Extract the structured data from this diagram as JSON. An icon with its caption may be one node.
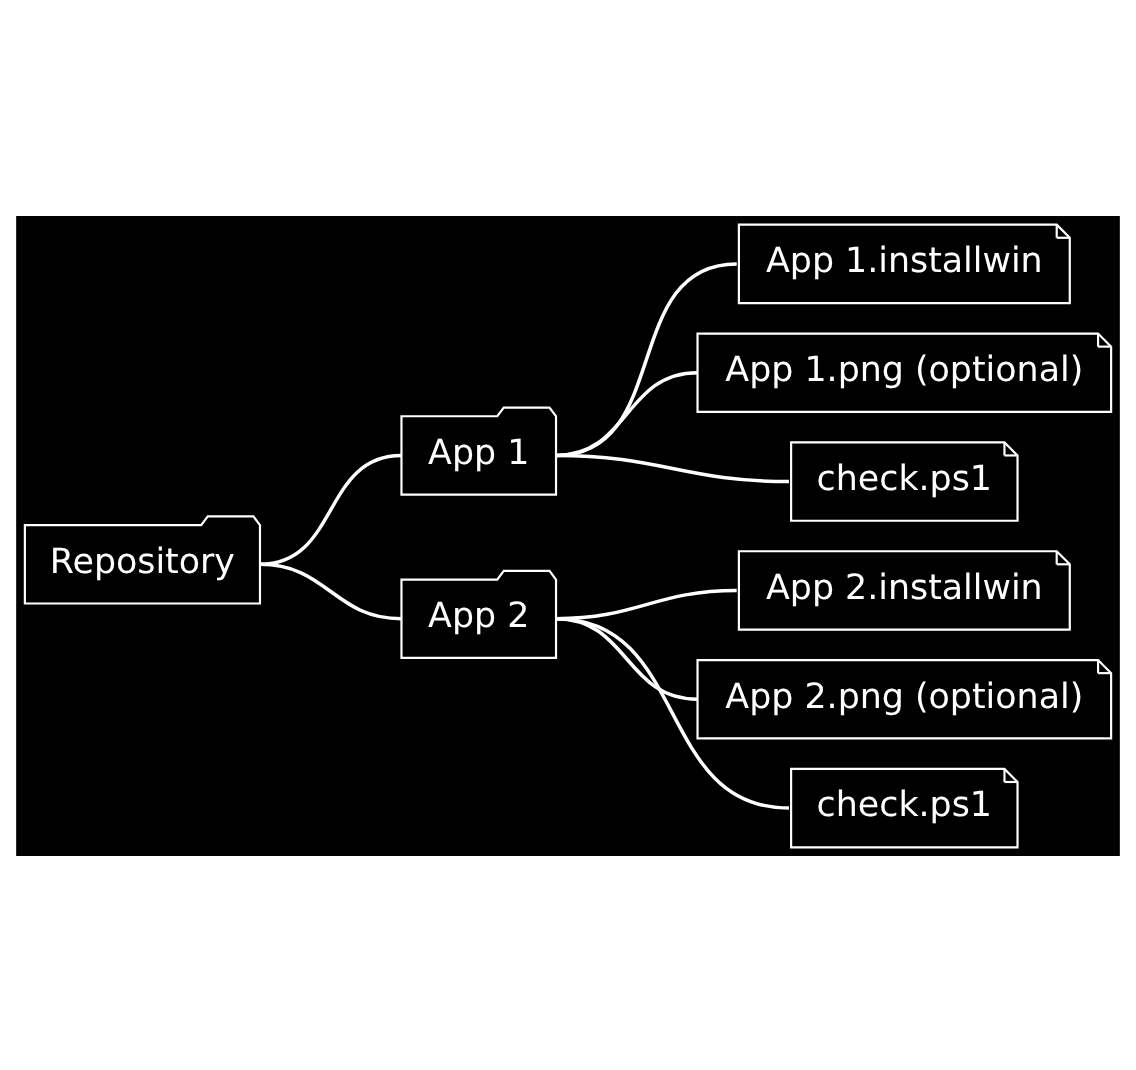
{
  "diagram": {
    "nodes": [
      {
        "text": [
          "Repository"
        ]
      },
      {
        "text": [
          "App 1"
        ]
      },
      {
        "text": [
          "App 1.installwin"
        ]
      },
      {
        "text": [
          "App 1.png (optional)"
        ]
      },
      {
        "text": [
          "check.ps1"
        ]
      },
      {
        "text": [
          "App 2"
        ]
      },
      {
        "text": [
          "App 2.installwin"
        ]
      },
      {
        "text": [
          "App 2.png (optional)"
        ]
      },
      {
        "text": [
          "check.ps1"
        ]
      }
    ],
    "edges": [
      {
        "from": 0,
        "to": 1,
        "arrow": "none"
      },
      {
        "from": 1,
        "to": 2,
        "arrow": "none"
      },
      {
        "from": 1,
        "to": 3,
        "arrow": "none"
      },
      {
        "from": 1,
        "to": 4,
        "arrow": "none"
      },
      {
        "from": 0,
        "to": 5,
        "arrow": "none"
      },
      {
        "from": 5,
        "to": 6,
        "arrow": "none"
      },
      {
        "from": 5,
        "to": 7,
        "arrow": "none"
      },
      {
        "from": 5,
        "to": 8,
        "arrow": "none"
      }
    ]
  }
}
